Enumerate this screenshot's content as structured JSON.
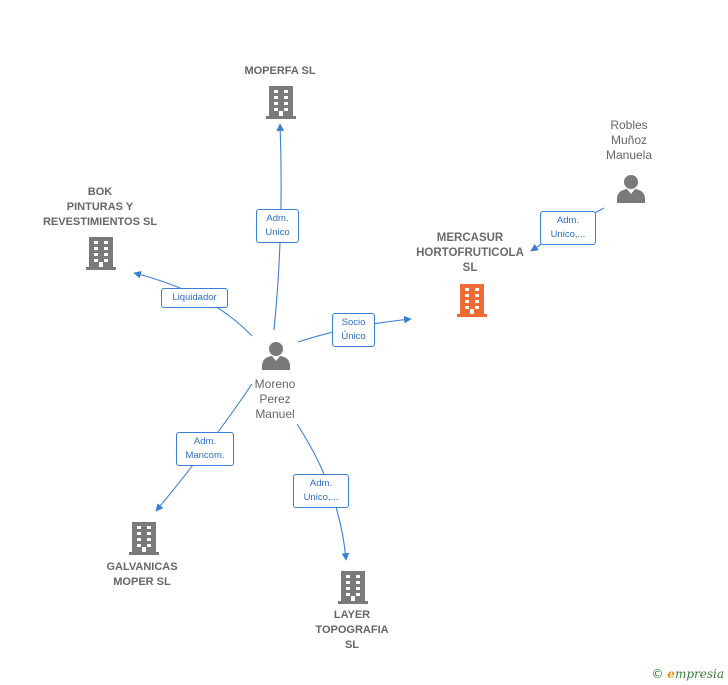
{
  "colors": {
    "edge": "#3a7fd5",
    "company_icon": "#7a7a7a",
    "main_company_icon": "#f06a33",
    "person_icon": "#7a7a7a"
  },
  "nodes": {
    "moperfa": {
      "label": [
        "MOPERFA SL"
      ],
      "icon": "building-icon"
    },
    "bok": {
      "label": [
        "BOK",
        "PINTURAS Y",
        "REVESTIMIENTOS SL"
      ],
      "icon": "building-icon"
    },
    "mercasur": {
      "label": [
        "MERCASUR",
        "HORTOFRUTICOLA",
        "SL"
      ],
      "icon": "building-icon"
    },
    "robles": {
      "label": [
        "Robles",
        "Muñoz",
        "Manuela"
      ],
      "icon": "person-icon"
    },
    "moreno": {
      "label": [
        "Moreno",
        "Perez",
        "Manuel"
      ],
      "icon": "person-icon"
    },
    "galvanicas": {
      "label": [
        "GALVANICAS",
        "MOPER SL"
      ],
      "icon": "building-icon"
    },
    "layer": {
      "label": [
        "LAYER",
        "TOPOGRAFIA",
        "SL"
      ],
      "icon": "building-icon"
    }
  },
  "edges": {
    "adm_unico_moperfa": [
      "Adm.",
      "Unico"
    ],
    "liquidador": [
      "Liquidador"
    ],
    "socio_unico": [
      "Socio",
      "Único"
    ],
    "adm_unico_robles": [
      "Adm.",
      "Unico,..."
    ],
    "adm_mancom": [
      "Adm.",
      "Mancom."
    ],
    "adm_unico_layer": [
      "Adm.",
      "Unico,..."
    ]
  },
  "footer": {
    "copyright": "©",
    "brand_initial": "e",
    "brand_rest": "mpresia"
  }
}
